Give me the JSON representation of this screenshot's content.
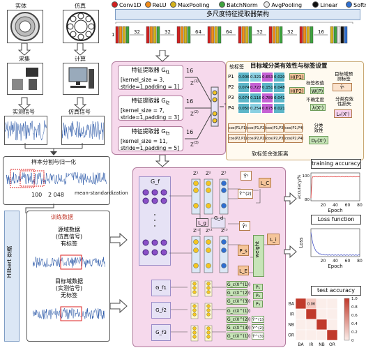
{
  "top_left": {
    "real_label": "实体",
    "sim_label": "仿真",
    "collect_label": "采集",
    "compute_label": "计算",
    "real_signal_label": "实测信号",
    "sim_signal_label": "仿真信号",
    "segmentation_title": "样本分割与归一化",
    "seg_num1": "100",
    "seg_num2": "2 048",
    "seg_note": "mean-standardization",
    "training_data_label": "训练数据",
    "hilbert_label": "Hilbert 变换",
    "source_domain_text": "源域数据\n(仿真信号)\n有标签",
    "target_domain_text": "目标域数据\n(实测信号)\n无标签"
  },
  "legend": {
    "items": [
      {
        "label": "Conv1D",
        "color": "#d22020"
      },
      {
        "label": "ReLU",
        "color": "#f08c1a"
      },
      {
        "label": "MaxPooling",
        "color": "#d4b21c"
      },
      {
        "label": "BatchNorm",
        "color": "#3ea33e"
      },
      {
        "label": "AvgPooling",
        "color": "#e8e8e8"
      },
      {
        "label": "Linear",
        "color": "#111111"
      },
      {
        "label": "Softmax",
        "color": "#2f6fd0"
      }
    ],
    "title": "多尺度特征提取器架构"
  },
  "arch": {
    "channels": [
      "1",
      "32",
      "32",
      "64",
      "64",
      "32",
      "32",
      "16"
    ]
  },
  "feature_extractors": {
    "fe1_title": "特征提取器 G",
    "fe1_sub": "f1",
    "fe1_body": "[kernel_size = 3,\nstride=1,padding = 1]",
    "fe2_title": "特征提取器 G",
    "fe2_sub": "f2",
    "fe2_body": "[kernel_size = 7,\nstride=1,padding = 3]",
    "fe3_title": "特征提取器 G",
    "fe3_sub": "f3",
    "fe3_body": "[kernel_size = 11,\nstride=1,padding = 5]",
    "dim": "16",
    "z_labels": [
      "Z",
      "Z",
      "Z"
    ],
    "z_sup": [
      "(1)",
      "(2)",
      "(3)"
    ],
    "z_out": "Z"
  },
  "soft_label": {
    "title": "目标域分类有效性与标签设置",
    "soft_label_text": "软标签",
    "rows": [
      {
        "name": "P1",
        "values": [
          "0.006",
          "0.321",
          "0.653",
          "0.020"
        ]
      },
      {
        "name": "P2",
        "values": [
          "0.074",
          "0.727",
          "0.151",
          "0.048"
        ]
      },
      {
        "name": "P3",
        "values": [
          "0.074",
          "0.116",
          "0.789",
          "0.041"
        ]
      },
      {
        "name": "P4",
        "values": [
          "0.050",
          "0.254",
          "0.675",
          "0.021"
        ]
      }
    ],
    "h_labels": [
      "H(P1)",
      "H(P2)"
    ],
    "weight_label": "标签权值",
    "w_label": "W(P)",
    "entropy_label": "目标域预\n测标签",
    "yhat": "Ŷᵗ",
    "uncertain_label": "不确定度",
    "lambda_label": "λ(Xᵗ)",
    "class_loss_label": "分类有效\n性损失",
    "loss_label": "Lₑ(Xᵗ)",
    "cos_row1": [
      "cos(P1,P1)",
      "cos(P1,P2)",
      "cos(P1,P3)",
      "cos(P1,P4)"
    ],
    "cos_row2": [
      "cos(P2,P1)",
      "cos(P2,P2)",
      "cos(P2,P3)",
      "cos(P2,P4)"
    ],
    "cos_caption": "软标签余弦距离",
    "separability": "分类\n效性",
    "dp_label": "Dₚ(Xᵗ)"
  },
  "main": {
    "gf": "G_f",
    "z1": "Z¹",
    "z2": "Z²",
    "z3": "Z³",
    "zt1": "Zᵗ¹",
    "zt2": "Zᵗ²",
    "zt3": "Zᵗ³",
    "ys": "Ŷˢ",
    "ys2": "Ŷ^(2)",
    "lc": "L_C",
    "gd": "G_d",
    "le": "L_E",
    "ps": "P_s",
    "lg": "L_g",
    "weight": "weight",
    "li": "L_i",
    "gf1": "G_f1",
    "gf2": "G_f2",
    "gf3": "G_f3",
    "gx": [
      "G_c(X^(1))",
      "G_c(X^(2))",
      "G_c(X^(3))"
    ],
    "gx2": [
      "G_c(X^(1))",
      "G_c(X^(2))",
      "G_c(X^(3))"
    ],
    "gx3": [
      "G_c(X^(1))",
      "G_c(X^(2))",
      "G_c(X^(3))"
    ],
    "p_labels": [
      "P₁",
      "P₂",
      "P₃"
    ],
    "y_labels": [
      "Ŷ^(1)",
      "Ŷ^(2)",
      "Ŷ^(3)"
    ]
  },
  "charts": {
    "train_acc_title": "training accuracy",
    "train_acc_ylabel": "accuracy/%",
    "train_acc_xlabel": "Epoch",
    "train_acc_yticks": [
      "100",
      "80"
    ],
    "train_acc_xticks": [
      "20",
      "40",
      "60",
      "80"
    ],
    "loss_title": "Loss function",
    "loss_ylabel": "Loss",
    "loss_xlabel": "Epoch",
    "loss_xticks": [
      "20",
      "40",
      "60",
      "80"
    ],
    "test_title": "test accuracy",
    "cm_rows": [
      "BA",
      "IR",
      "NB",
      "OR"
    ],
    "cm_cols": [
      "BA",
      "IR",
      "NB",
      "OR"
    ],
    "cm_values": [
      [
        "0.94",
        "0.06",
        "0",
        "0"
      ],
      [
        "0",
        "1",
        "0",
        "0"
      ],
      [
        "0",
        "0",
        "1",
        "0"
      ],
      [
        "0",
        "0",
        "0",
        "1"
      ]
    ],
    "cbar_ticks": [
      "1.0",
      "0.8",
      "0.6",
      "0.4",
      "0.2",
      "0"
    ]
  }
}
